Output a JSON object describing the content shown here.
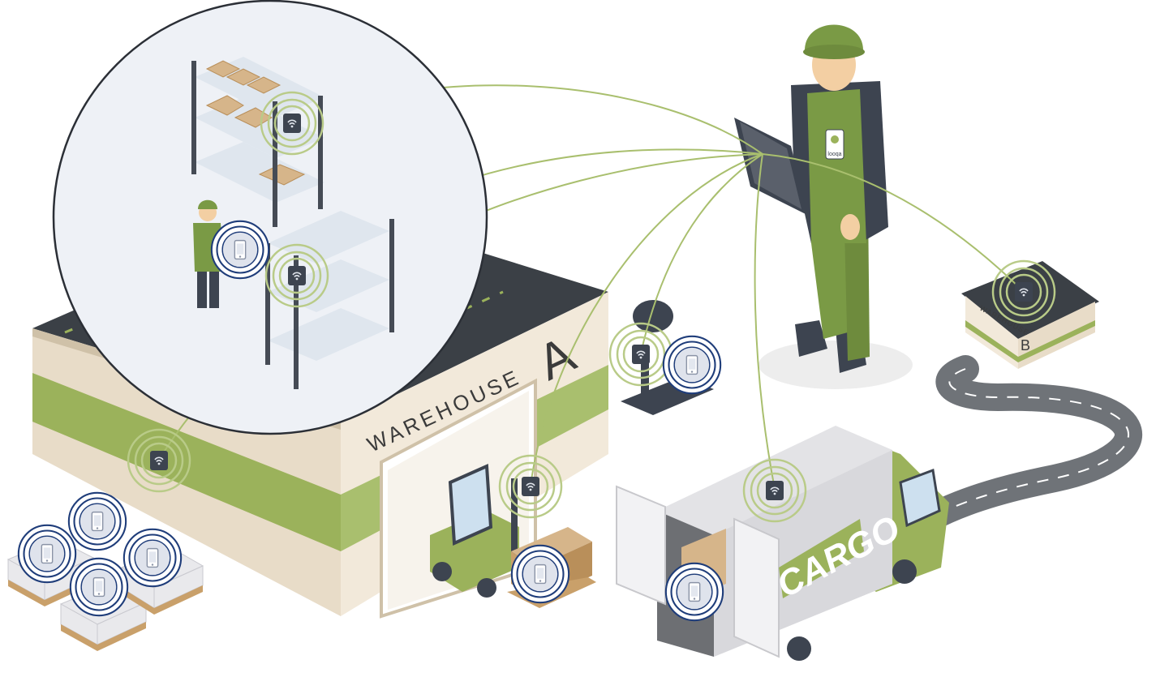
{
  "labels": {
    "warehouse_word": "WAREHOUSE",
    "warehouse_a_letter": "A",
    "warehouse_b_word": "WAREHOUSE",
    "warehouse_b_letter": "B",
    "truck_text": "CARGO",
    "badge_text": "looqa"
  },
  "colors": {
    "accent_green": "#9bb25b",
    "dark_green": "#6e8b3d",
    "line_green": "#a9bf6e",
    "tag_blue": "#1f3d7a",
    "device_dark": "#3d4450",
    "building_beige": "#e8dcc8",
    "roof_dark": "#3b4046",
    "zoom_bg": "#eef1f6"
  },
  "icons": {
    "gateway": "wifi-gateway-icon",
    "tag": "mobile-tag-icon"
  }
}
